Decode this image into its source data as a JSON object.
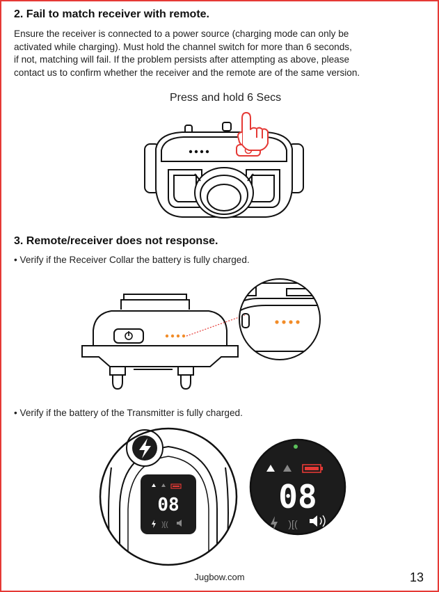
{
  "section2": {
    "title_num": "2",
    "title_text": ". Fail to match receiver with remote.",
    "lines": [
      "Ensure the receiver is connected to a power source (charging mode can only be",
      "activated while charging). Must hold the channel switch for more than 6 seconds,",
      "if not, matching will fail. If the problem persists after attempting as above, please",
      "contact us to confirm whether the receiver and the remote are of the same version."
    ],
    "caption": "Press and hold 6 Secs"
  },
  "section3": {
    "title": "3. Remote/receiver does not response.",
    "bullet1": "• Verify if the Receiver Collar the battery is fully charged.",
    "bullet2": "• Verify if the battery of the Transmitter is fully charged."
  },
  "display": {
    "channel_small": "08",
    "channel_large": "08"
  },
  "colors": {
    "accent_red": "#e53935",
    "led_orange": "#f28c28",
    "led_green": "#5cc15c"
  },
  "footer": {
    "url": "Jugbow.com",
    "page": "13"
  }
}
